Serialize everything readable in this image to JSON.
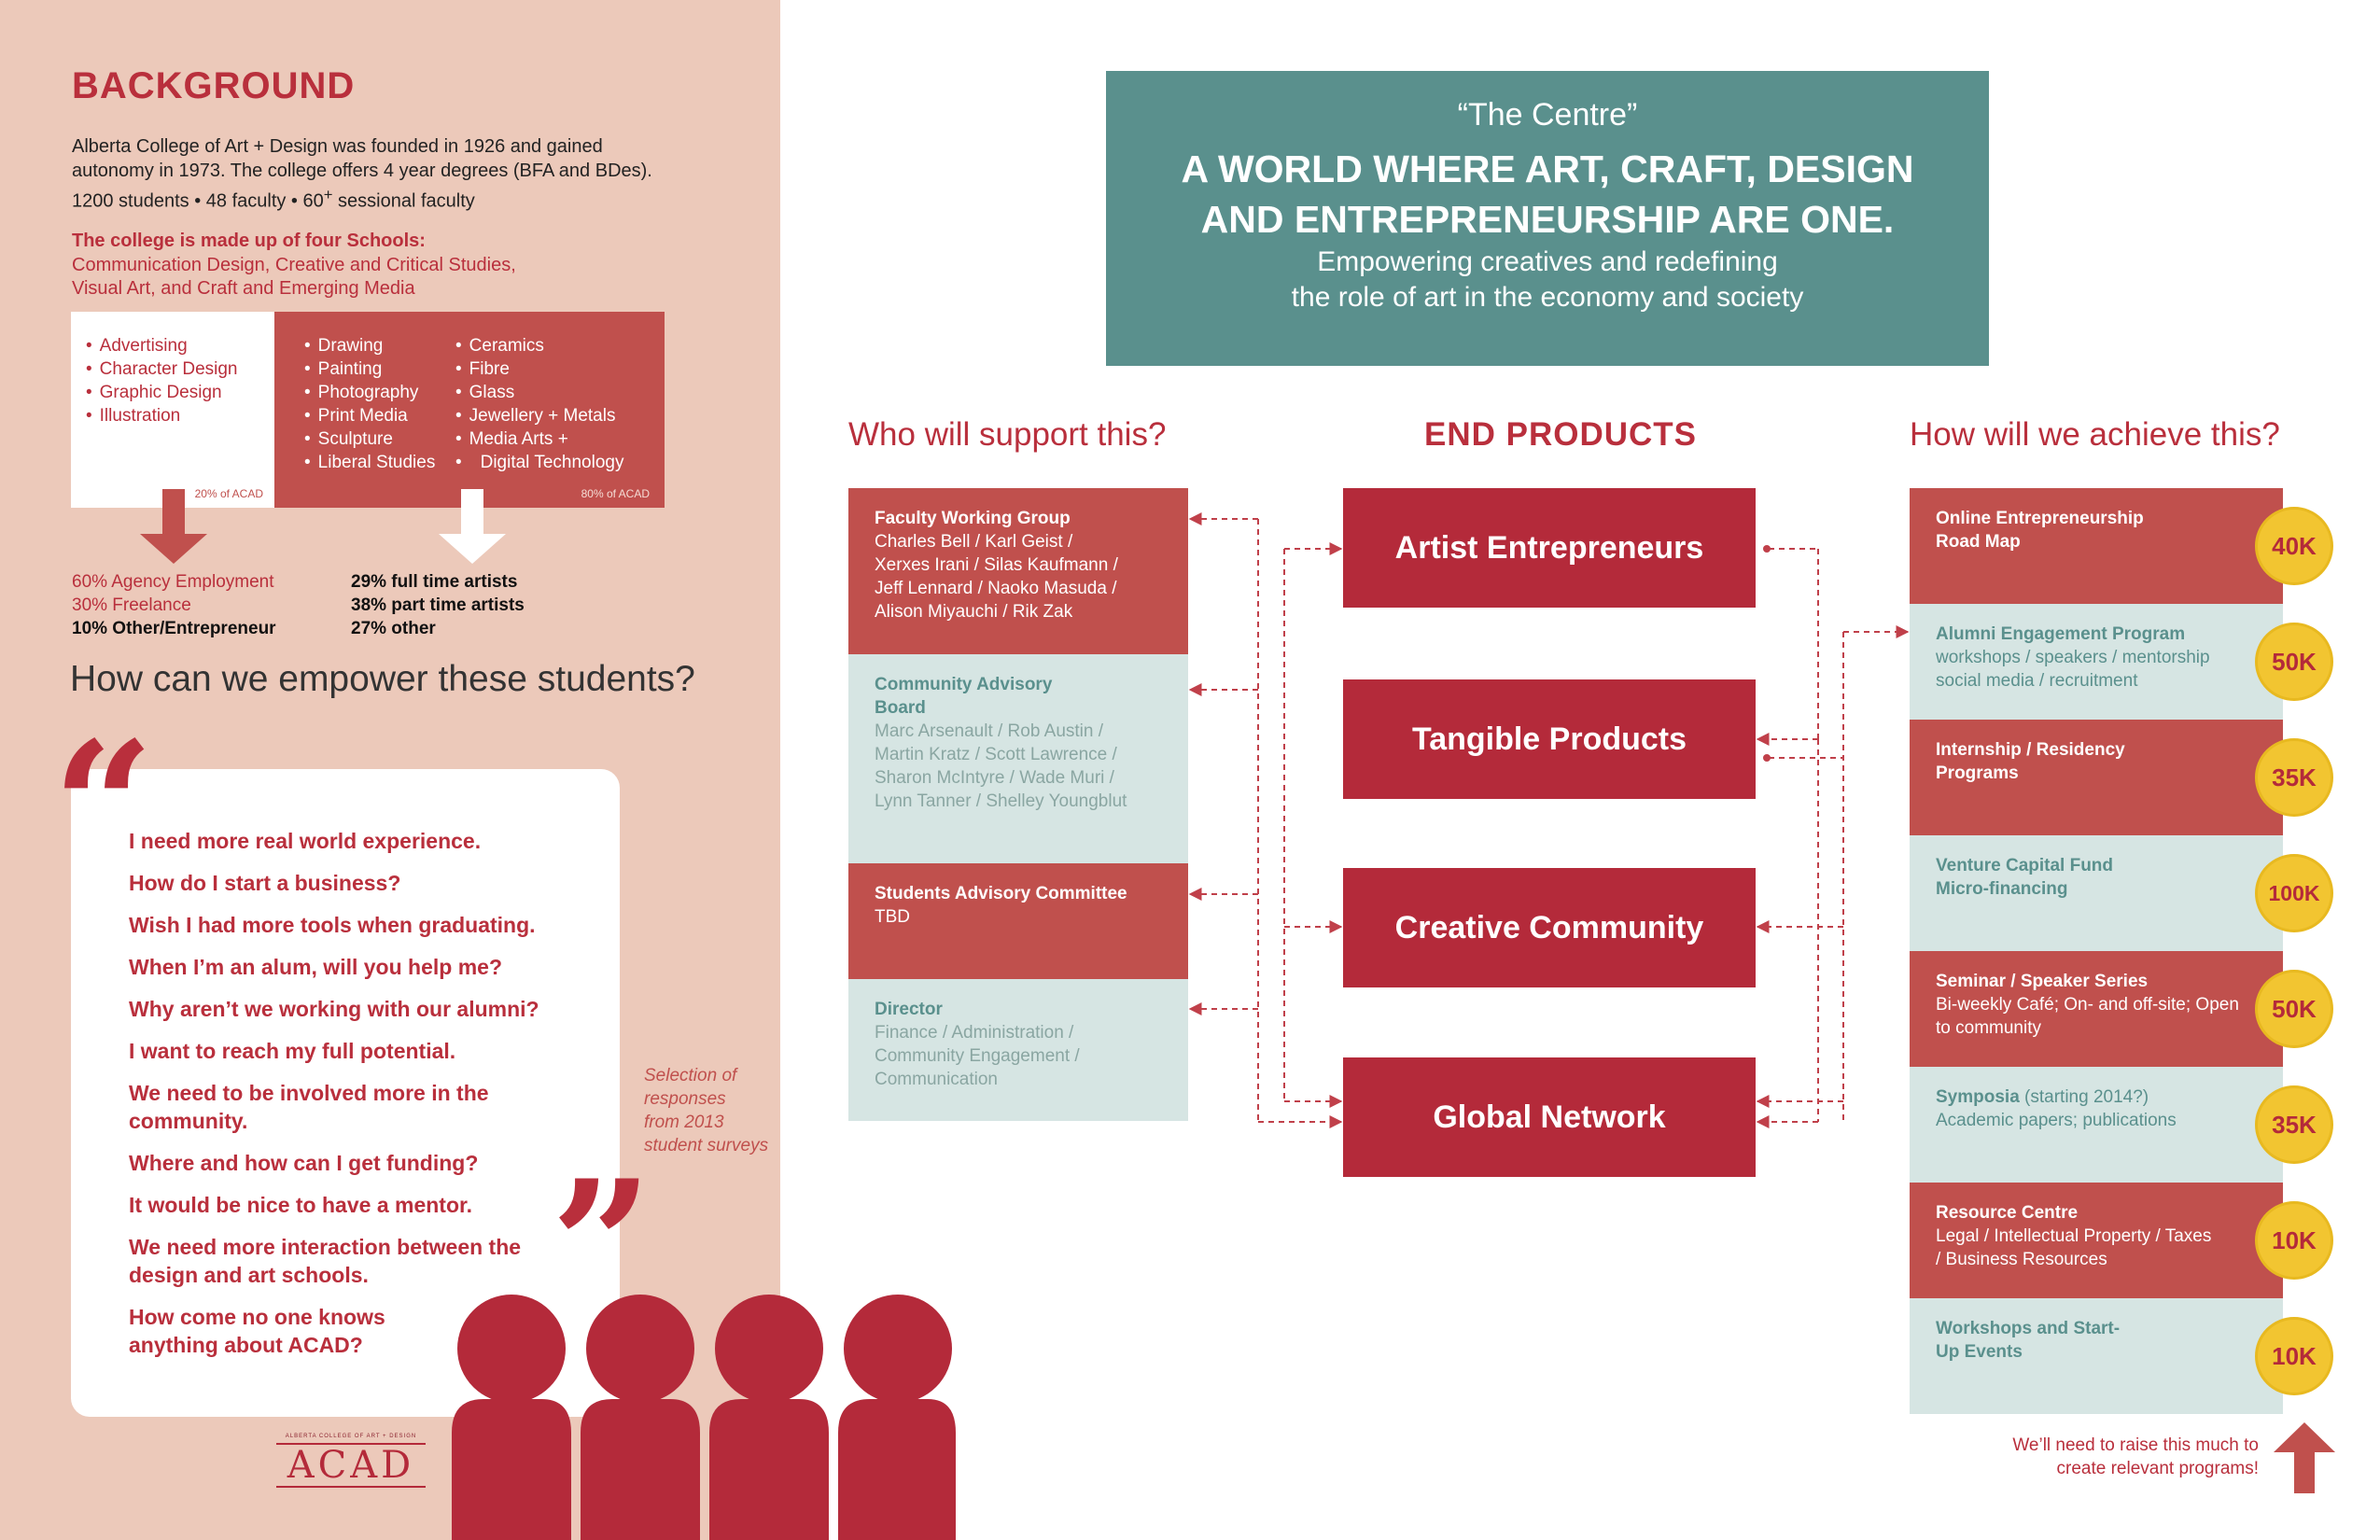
{
  "background": {
    "heading": "BACKGROUND",
    "intro_lines": [
      "Alberta College of Art + Design was founded in 1926 and gained",
      "autonomy in 1973. The college offers 4 year degrees (BFA and BDes)."
    ],
    "stats_line": "1200 students • 48 faculty • 60",
    "stats_sup": "+",
    "stats_tail": " sessional faculty",
    "schools_title": "The college is made up of four Schools:",
    "schools_lines": [
      "Communication Design, Creative and Critical Studies,",
      "Visual Art, and Craft and Emerging Media"
    ],
    "design_list": [
      "Advertising",
      "Character Design",
      "Graphic Design",
      "Illustration"
    ],
    "art_list_a": [
      "Drawing",
      "Painting",
      "Photography",
      "Print Media",
      "Sculpture",
      "Liberal Studies"
    ],
    "art_list_b": [
      "Ceramics",
      "Fibre",
      "Glass",
      "Jewellery + Metals",
      "Media Arts +",
      "Digital Technology"
    ],
    "design_pct": "20% of ACAD",
    "art_pct": "80% of ACAD",
    "design_outcomes": [
      "60% Agency Employment",
      "30% Freelance",
      "10% Other/Entrepreneur"
    ],
    "art_outcomes": [
      "29% full time artists",
      "38% part time artists",
      "27% other"
    ]
  },
  "empower": {
    "question": "How can we empower these students?",
    "quotes": [
      "I need more real world experience.",
      "How do I start a business?",
      "Wish I had more tools when graduating.",
      "When I’m an alum, will you help me?",
      "Why aren’t we working with our alumni?",
      "I want to reach my full potential.",
      "We need to be involved more in the community.",
      "Where and how can I get funding?",
      "It would be nice to have a mentor.",
      "We need more interaction between the design and art schools.",
      "How come no one knows anything about ACAD?"
    ],
    "open_quote": "“",
    "close_quote": "”",
    "note_lines": [
      "Selection of",
      "responses",
      "from 2013",
      "student surveys"
    ]
  },
  "logo": {
    "small": "ALBERTA COLLEGE OF ART + DESIGN",
    "big": "ACAD"
  },
  "centre": {
    "eyebrow": "“The Centre”",
    "title_lines": [
      "A WORLD WHERE ART, CRAFT, DESIGN",
      "AND ENTREPRENEURSHIP ARE ONE."
    ],
    "subtitle_lines": [
      "Empowering creatives and redefining",
      "the role of art in the economy and society"
    ]
  },
  "support": {
    "title": "Who will support this?",
    "groups": [
      {
        "name": "Faculty Working Group",
        "members": [
          "Charles Bell / Karl Geist /",
          "Xerxes Irani / Silas Kaufmann /",
          "Jeff Lennard / Naoko Masuda /",
          "Alison Miyauchi / Rik Zak"
        ]
      },
      {
        "name": "Community Advisory Board",
        "members": [
          "Marc Arsenault / Rob Austin /",
          "Martin Kratz  / Scott Lawrence /",
          "Sharon McIntyre / Wade Muri /",
          "Lynn Tanner / Shelley Youngblut"
        ]
      },
      {
        "name": "Students Advisory Committee",
        "members": [
          "TBD"
        ]
      },
      {
        "name": "Director",
        "members": [
          "Finance / Administration /",
          "Community Engagement /",
          "Communication"
        ]
      }
    ]
  },
  "end_products": {
    "title": "END PRODUCTS",
    "items": [
      "Artist Entrepreneurs",
      "Tangible Products",
      "Creative Community",
      "Global Network"
    ]
  },
  "achieve": {
    "title": "How will we achieve this?",
    "programs": [
      {
        "name": "Online Entrepreneurship Road Map",
        "detail": "",
        "amount": "40K"
      },
      {
        "name": "Alumni Engagement Program",
        "detail": "workshops / speakers / mentorship social media / recruitment",
        "amount": "50K"
      },
      {
        "name": "Internship / Residency Programs",
        "detail": "",
        "amount": "35K"
      },
      {
        "name": "Venture Capital Fund Micro-financing",
        "detail": "",
        "amount": "100K"
      },
      {
        "name": "Seminar / Speaker Series",
        "detail": "Bi-weekly Café; On- and off-site; Open to community",
        "amount": "50K"
      },
      {
        "name": "Symposia",
        "detail_inline": " (starting 2014?)",
        "detail": "Academic papers; publications",
        "amount": "35K"
      },
      {
        "name": "Resource Centre",
        "detail": "Legal / Intellectual Property / Taxes / Business Resources",
        "amount": "10K"
      },
      {
        "name": "Workshops and Start-Up Events",
        "detail": "",
        "amount": "10K"
      }
    ],
    "raise_lines": [
      "We’ll need to raise this much to",
      "create relevant programs!"
    ]
  },
  "colors": {
    "red": "#b42a3a",
    "brick": "#c0504d",
    "teal": "#5a908d",
    "pale_teal": "#d6e5e3",
    "peach": "#ecc9ba",
    "gold": "#f2c531"
  }
}
